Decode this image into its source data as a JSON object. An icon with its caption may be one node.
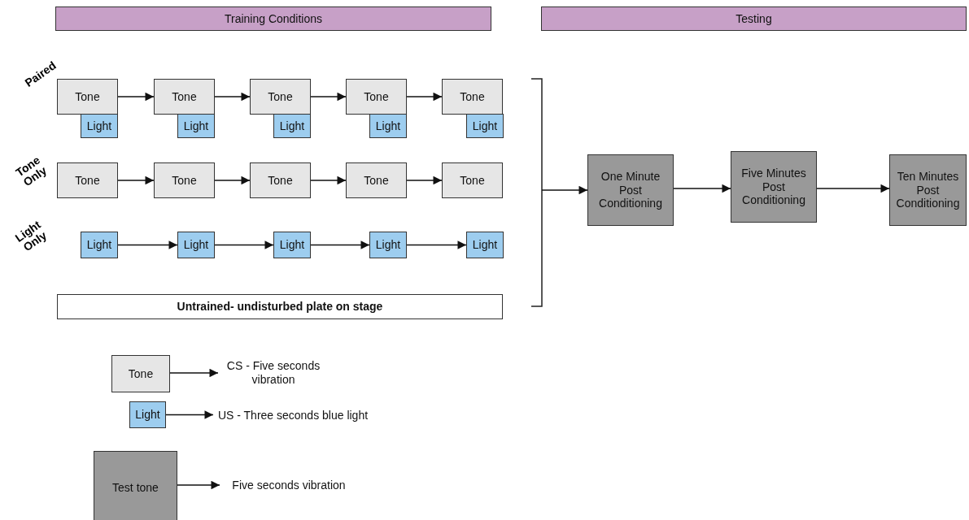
{
  "diagram": {
    "nodes": [
      {
        "text": [
          "Training Conditions"
        ]
      },
      {
        "text": [
          "Testing"
        ]
      },
      {
        "text": [
          "Tone"
        ]
      },
      {
        "text": [
          "Light"
        ]
      },
      {
        "text": [
          "Tone"
        ]
      },
      {
        "text": [
          "Light"
        ]
      },
      {
        "text": [
          "Tone"
        ]
      },
      {
        "text": [
          "Light"
        ]
      },
      {
        "text": [
          "Tone"
        ]
      },
      {
        "text": [
          "Light"
        ]
      },
      {
        "text": [
          "Tone"
        ]
      },
      {
        "text": [
          "Light"
        ]
      },
      {
        "text": [
          "Tone"
        ]
      },
      {
        "text": [
          "Tone"
        ]
      },
      {
        "text": [
          "Tone"
        ]
      },
      {
        "text": [
          "Tone"
        ]
      },
      {
        "text": [
          "Tone"
        ]
      },
      {
        "text": [
          "Light"
        ]
      },
      {
        "text": [
          "Light"
        ]
      },
      {
        "text": [
          "Light"
        ]
      },
      {
        "text": [
          "Light"
        ]
      },
      {
        "text": [
          "Light"
        ]
      },
      {
        "text": [
          "Untrained- undisturbed plate on stage"
        ]
      },
      {
        "text": [
          "One Minute Post Conditioning"
        ]
      },
      {
        "text": [
          "Five Minutes Post Conditioning"
        ]
      },
      {
        "text": [
          "Ten Minutes Post Conditioning"
        ]
      },
      {
        "text": [
          "Tone"
        ]
      },
      {
        "text": [
          "CS - Five seconds vibration"
        ]
      },
      {
        "text": [
          "Light"
        ]
      },
      {
        "text": [
          "US - Three seconds blue light"
        ]
      },
      {
        "text": [
          "Test tone"
        ]
      },
      {
        "text": [
          "Five seconds vibration"
        ]
      }
    ],
    "edges": [
      {
        "from": 2,
        "to": 4,
        "arrow": "to"
      },
      {
        "from": 4,
        "to": 6,
        "arrow": "to"
      },
      {
        "from": 6,
        "to": 8,
        "arrow": "to"
      },
      {
        "from": 8,
        "to": 10,
        "arrow": "to"
      },
      {
        "from": 12,
        "to": 13,
        "arrow": "to"
      },
      {
        "from": 13,
        "to": 14,
        "arrow": "to"
      },
      {
        "from": 14,
        "to": 15,
        "arrow": "to"
      },
      {
        "from": 15,
        "to": 16,
        "arrow": "to"
      },
      {
        "from": 17,
        "to": 18,
        "arrow": "to"
      },
      {
        "from": 18,
        "to": 19,
        "arrow": "to"
      },
      {
        "from": 19,
        "to": 20,
        "arrow": "to"
      },
      {
        "from": 20,
        "to": 21,
        "arrow": "to"
      },
      {
        "from": null,
        "to": 23,
        "arrow": "to"
      },
      {
        "from": 23,
        "to": 24,
        "arrow": "to"
      },
      {
        "from": 24,
        "to": 25,
        "arrow": "to"
      },
      {
        "from": 26,
        "to": 27,
        "arrow": "to"
      },
      {
        "from": 28,
        "to": 29,
        "arrow": "to"
      },
      {
        "from": 30,
        "to": 31,
        "arrow": "to"
      }
    ],
    "labels": [
      "Paired",
      "Tone Only",
      "Light Only"
    ]
  }
}
